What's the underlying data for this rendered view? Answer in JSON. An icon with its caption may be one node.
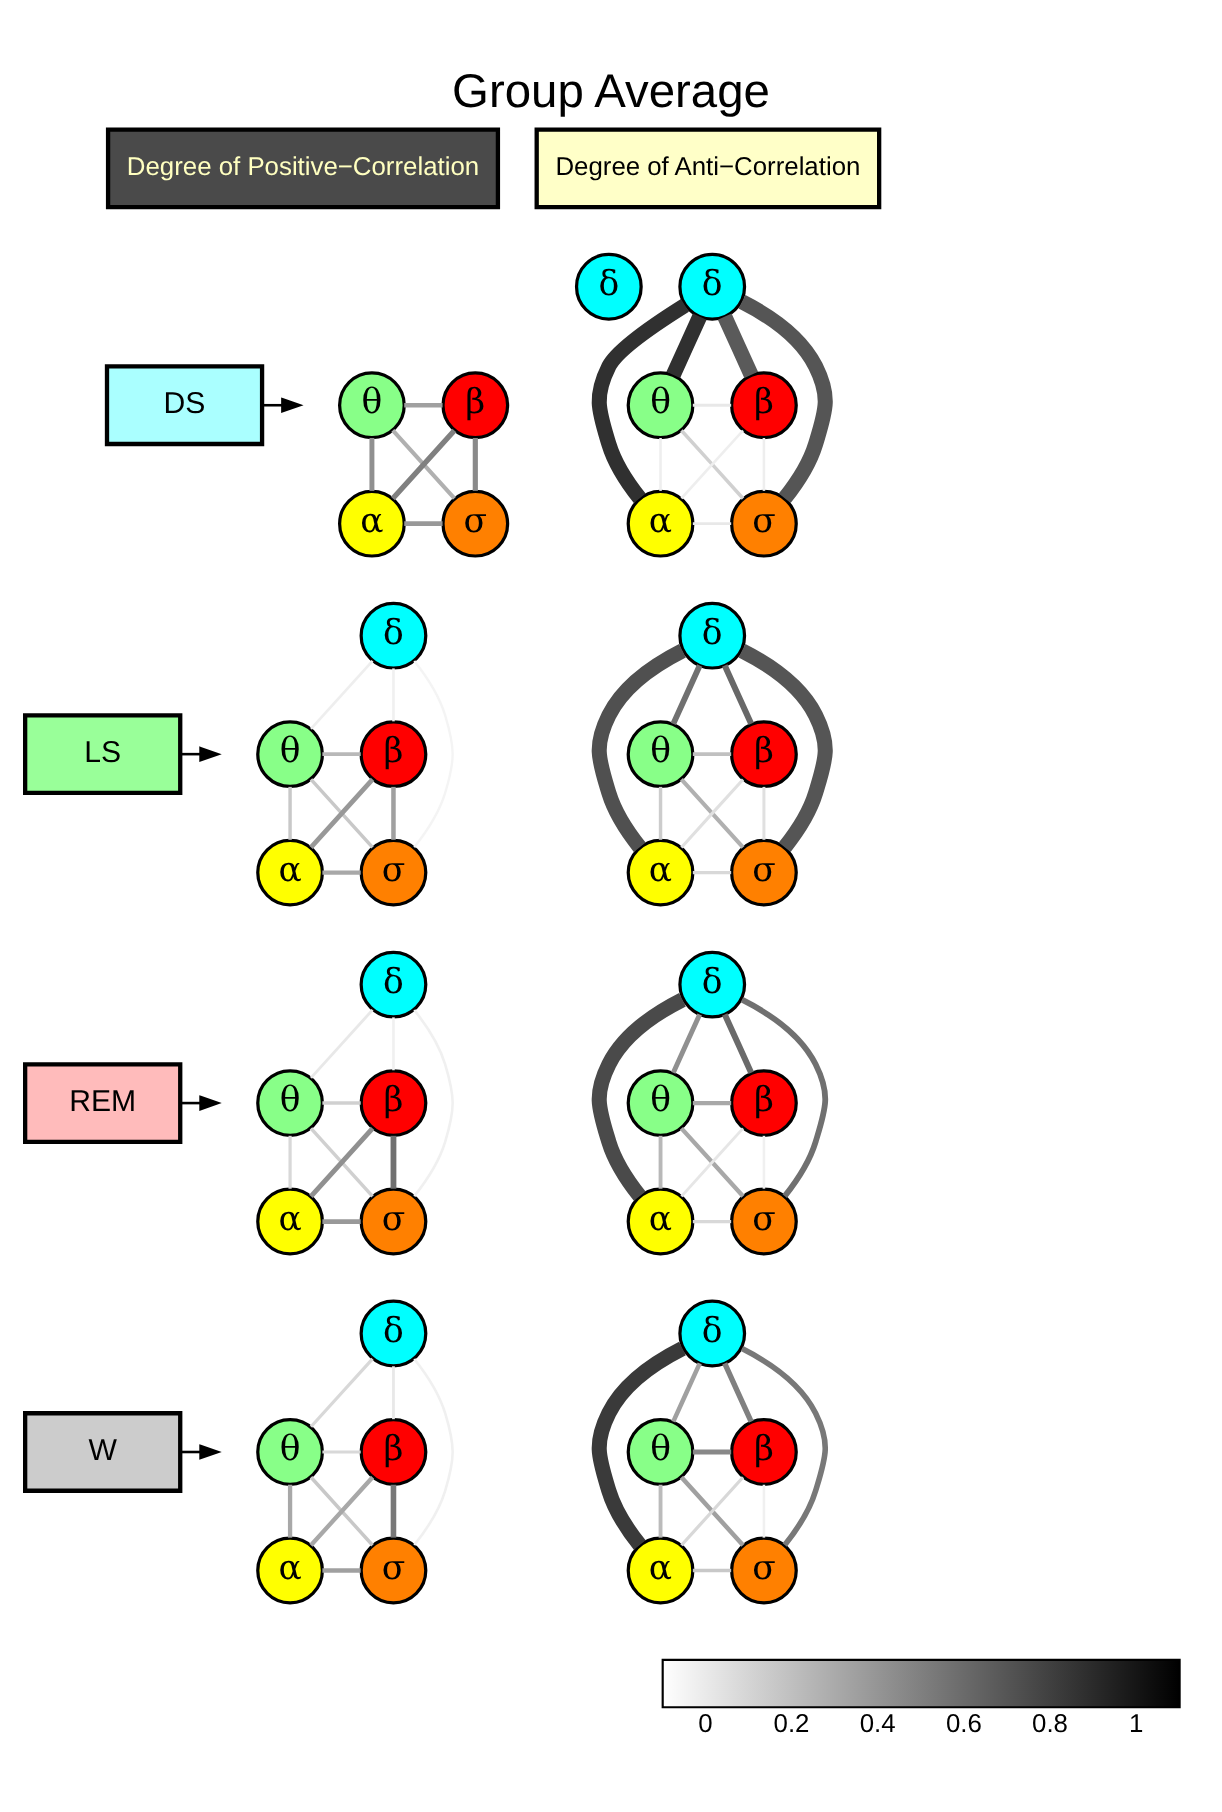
{
  "diagram": {
    "title": "Group Average",
    "nodes": [
      {
        "text": [
          "Degree of Positive−Correlation"
        ]
      },
      {
        "text": [
          "Degree of Anti−Correlation"
        ]
      },
      {
        "text": [
          "DS"
        ]
      },
      {
        "text": [
          "δ"
        ]
      },
      {
        "text": [
          "θ"
        ]
      },
      {
        "text": [
          "β"
        ]
      },
      {
        "text": [
          "α"
        ]
      },
      {
        "text": [
          "σ"
        ]
      },
      {
        "text": [
          "δ"
        ]
      },
      {
        "text": [
          "θ"
        ]
      },
      {
        "text": [
          "β"
        ]
      },
      {
        "text": [
          "α"
        ]
      },
      {
        "text": [
          "σ"
        ]
      },
      {
        "text": [
          "LS"
        ]
      },
      {
        "text": [
          "δ"
        ]
      },
      {
        "text": [
          "θ"
        ]
      },
      {
        "text": [
          "β"
        ]
      },
      {
        "text": [
          "α"
        ]
      },
      {
        "text": [
          "σ"
        ]
      },
      {
        "text": [
          "δ"
        ]
      },
      {
        "text": [
          "θ"
        ]
      },
      {
        "text": [
          "β"
        ]
      },
      {
        "text": [
          "α"
        ]
      },
      {
        "text": [
          "σ"
        ]
      },
      {
        "text": [
          "REM"
        ]
      },
      {
        "text": [
          "δ"
        ]
      },
      {
        "text": [
          "θ"
        ]
      },
      {
        "text": [
          "β"
        ]
      },
      {
        "text": [
          "α"
        ]
      },
      {
        "text": [
          "σ"
        ]
      },
      {
        "text": [
          "δ"
        ]
      },
      {
        "text": [
          "θ"
        ]
      },
      {
        "text": [
          "β"
        ]
      },
      {
        "text": [
          "α"
        ]
      },
      {
        "text": [
          "σ"
        ]
      },
      {
        "text": [
          "W"
        ]
      },
      {
        "text": [
          "δ"
        ]
      },
      {
        "text": [
          "θ"
        ]
      },
      {
        "text": [
          "β"
        ]
      },
      {
        "text": [
          "α"
        ]
      },
      {
        "text": [
          "σ"
        ]
      },
      {
        "text": [
          "δ"
        ]
      },
      {
        "text": [
          "θ"
        ]
      },
      {
        "text": [
          "β"
        ]
      },
      {
        "text": [
          "α"
        ]
      },
      {
        "text": [
          "σ"
        ]
      }
    ],
    "edges": [
      {
        "from": 2,
        "to": null,
        "arrow": "to",
        "color": "#000000"
      },
      {
        "from": 4,
        "to": 5,
        "arrow": "none",
        "color": "#a0a0a0"
      },
      {
        "from": 4,
        "to": 6,
        "arrow": "none",
        "color": "#909090"
      },
      {
        "from": 4,
        "to": 7,
        "arrow": "none",
        "color": "#b0b0b0"
      },
      {
        "from": 5,
        "to": 6,
        "arrow": "none",
        "color": "#808080"
      },
      {
        "from": 5,
        "to": 7,
        "arrow": "none",
        "color": "#8a8a8a"
      },
      {
        "from": 6,
        "to": 7,
        "arrow": "none",
        "color": "#989898"
      },
      {
        "from": 8,
        "to": 9,
        "arrow": "none",
        "color": "#303030",
        "style": "thick"
      },
      {
        "from": 8,
        "to": 10,
        "arrow": "none",
        "color": "#5a5a5a",
        "style": "thick"
      },
      {
        "from": 8,
        "to": 11,
        "arrow": "none",
        "color": "#303030",
        "style": "thick"
      },
      {
        "from": 8,
        "to": 12,
        "arrow": "none",
        "color": "#555555",
        "style": "thick"
      },
      {
        "from": 9,
        "to": 10,
        "arrow": "none",
        "color": "#e8e8e8"
      },
      {
        "from": 9,
        "to": 11,
        "arrow": "none",
        "color": "#eeeeee"
      },
      {
        "from": 9,
        "to": 12,
        "arrow": "none",
        "color": "#d0d0d0"
      },
      {
        "from": 10,
        "to": 11,
        "arrow": "none",
        "color": "#eeeeee"
      },
      {
        "from": 10,
        "to": 12,
        "arrow": "none",
        "color": "#eeeeee"
      },
      {
        "from": 11,
        "to": 12,
        "arrow": "none",
        "color": "#e8e8e8"
      },
      {
        "from": 13,
        "to": null,
        "arrow": "to",
        "color": "#000000"
      },
      {
        "from": 14,
        "to": 15,
        "arrow": "none",
        "color": "#eeeeee"
      },
      {
        "from": 14,
        "to": 16,
        "arrow": "none",
        "color": "#f0f0f0"
      },
      {
        "from": 14,
        "to": 18,
        "arrow": "none",
        "color": "#f4f4f4"
      },
      {
        "from": 15,
        "to": 16,
        "arrow": "none",
        "color": "#b8b8b8"
      },
      {
        "from": 15,
        "to": 17,
        "arrow": "none",
        "color": "#c8c8c8"
      },
      {
        "from": 15,
        "to": 18,
        "arrow": "none",
        "color": "#c8c8c8"
      },
      {
        "from": 16,
        "to": 17,
        "arrow": "none",
        "color": "#989898"
      },
      {
        "from": 16,
        "to": 18,
        "arrow": "none",
        "color": "#a0a0a0"
      },
      {
        "from": 17,
        "to": 18,
        "arrow": "none",
        "color": "#a8a8a8"
      },
      {
        "from": 19,
        "to": 20,
        "arrow": "none",
        "color": "#707070"
      },
      {
        "from": 19,
        "to": 21,
        "arrow": "none",
        "color": "#686868"
      },
      {
        "from": 19,
        "to": 22,
        "arrow": "none",
        "color": "#505050",
        "style": "thick"
      },
      {
        "from": 19,
        "to": 23,
        "arrow": "none",
        "color": "#555555",
        "style": "thick"
      },
      {
        "from": 20,
        "to": 21,
        "arrow": "none",
        "color": "#c0c0c0"
      },
      {
        "from": 20,
        "to": 22,
        "arrow": "none",
        "color": "#cccccc"
      },
      {
        "from": 20,
        "to": 23,
        "arrow": "none",
        "color": "#b0b0b0"
      },
      {
        "from": 21,
        "to": 22,
        "arrow": "none",
        "color": "#e0e0e0"
      },
      {
        "from": 21,
        "to": 23,
        "arrow": "none",
        "color": "#e0e0e0"
      },
      {
        "from": 22,
        "to": 23,
        "arrow": "none",
        "color": "#d8d8d8"
      },
      {
        "from": 24,
        "to": null,
        "arrow": "to",
        "color": "#000000"
      },
      {
        "from": 25,
        "to": 26,
        "arrow": "none",
        "color": "#e8e8e8"
      },
      {
        "from": 25,
        "to": 27,
        "arrow": "none",
        "color": "#f0f0f0"
      },
      {
        "from": 25,
        "to": 29,
        "arrow": "none",
        "color": "#f0f0f0"
      },
      {
        "from": 26,
        "to": 27,
        "arrow": "none",
        "color": "#d0d0d0"
      },
      {
        "from": 26,
        "to": 28,
        "arrow": "none",
        "color": "#d8d8d8"
      },
      {
        "from": 26,
        "to": 29,
        "arrow": "none",
        "color": "#d0d0d0"
      },
      {
        "from": 27,
        "to": 28,
        "arrow": "none",
        "color": "#909090"
      },
      {
        "from": 27,
        "to": 29,
        "arrow": "none",
        "color": "#707070"
      },
      {
        "from": 28,
        "to": 29,
        "arrow": "none",
        "color": "#999999"
      },
      {
        "from": 30,
        "to": 31,
        "arrow": "none",
        "color": "#909090"
      },
      {
        "from": 30,
        "to": 32,
        "arrow": "none",
        "color": "#6a6a6a"
      },
      {
        "from": 30,
        "to": 33,
        "arrow": "none",
        "color": "#4a4a4a",
        "style": "thick"
      },
      {
        "from": 30,
        "to": 34,
        "arrow": "none",
        "color": "#707070"
      },
      {
        "from": 31,
        "to": 32,
        "arrow": "none",
        "color": "#a8a8a8"
      },
      {
        "from": 31,
        "to": 33,
        "arrow": "none",
        "color": "#b8b8b8"
      },
      {
        "from": 31,
        "to": 34,
        "arrow": "none",
        "color": "#a8a8a8"
      },
      {
        "from": 32,
        "to": 33,
        "arrow": "none",
        "color": "#e6e6e6"
      },
      {
        "from": 32,
        "to": 34,
        "arrow": "none",
        "color": "#f0f0f0"
      },
      {
        "from": 33,
        "to": 34,
        "arrow": "none",
        "color": "#d8d8d8"
      },
      {
        "from": 35,
        "to": null,
        "arrow": "to",
        "color": "#000000"
      },
      {
        "from": 36,
        "to": 37,
        "arrow": "none",
        "color": "#d8d8d8"
      },
      {
        "from": 36,
        "to": 38,
        "arrow": "none",
        "color": "#e8e8e8"
      },
      {
        "from": 36,
        "to": 40,
        "arrow": "none",
        "color": "#f0f0f0"
      },
      {
        "from": 37,
        "to": 38,
        "arrow": "none",
        "color": "#d8d8d8"
      },
      {
        "from": 37,
        "to": 39,
        "arrow": "none",
        "color": "#a8a8a8"
      },
      {
        "from": 37,
        "to": 40,
        "arrow": "none",
        "color": "#c8c8c8"
      },
      {
        "from": 38,
        "to": 39,
        "arrow": "none",
        "color": "#a8a8a8"
      },
      {
        "from": 38,
        "to": 40,
        "arrow": "none",
        "color": "#787878"
      },
      {
        "from": 39,
        "to": 40,
        "arrow": "none",
        "color": "#a0a0a0"
      },
      {
        "from": 41,
        "to": 42,
        "arrow": "none",
        "color": "#a0a0a0"
      },
      {
        "from": 41,
        "to": 43,
        "arrow": "none",
        "color": "#808080"
      },
      {
        "from": 41,
        "to": 44,
        "arrow": "none",
        "color": "#3a3a3a",
        "style": "thick"
      },
      {
        "from": 41,
        "to": 45,
        "arrow": "none",
        "color": "#787878"
      },
      {
        "from": 42,
        "to": 43,
        "arrow": "none",
        "color": "#888888"
      },
      {
        "from": 42,
        "to": 44,
        "arrow": "none",
        "color": "#bbbbbb"
      },
      {
        "from": 42,
        "to": 45,
        "arrow": "none",
        "color": "#a0a0a0"
      },
      {
        "from": 43,
        "to": 44,
        "arrow": "none",
        "color": "#d8d8d8"
      },
      {
        "from": 43,
        "to": 45,
        "arrow": "none",
        "color": "#f0f0f0"
      },
      {
        "from": 44,
        "to": 45,
        "arrow": "none",
        "color": "#c8c8c8"
      }
    ],
    "labels": [
      "0",
      "0.2",
      "0.4",
      "0.6",
      "0.8",
      "1"
    ]
  }
}
